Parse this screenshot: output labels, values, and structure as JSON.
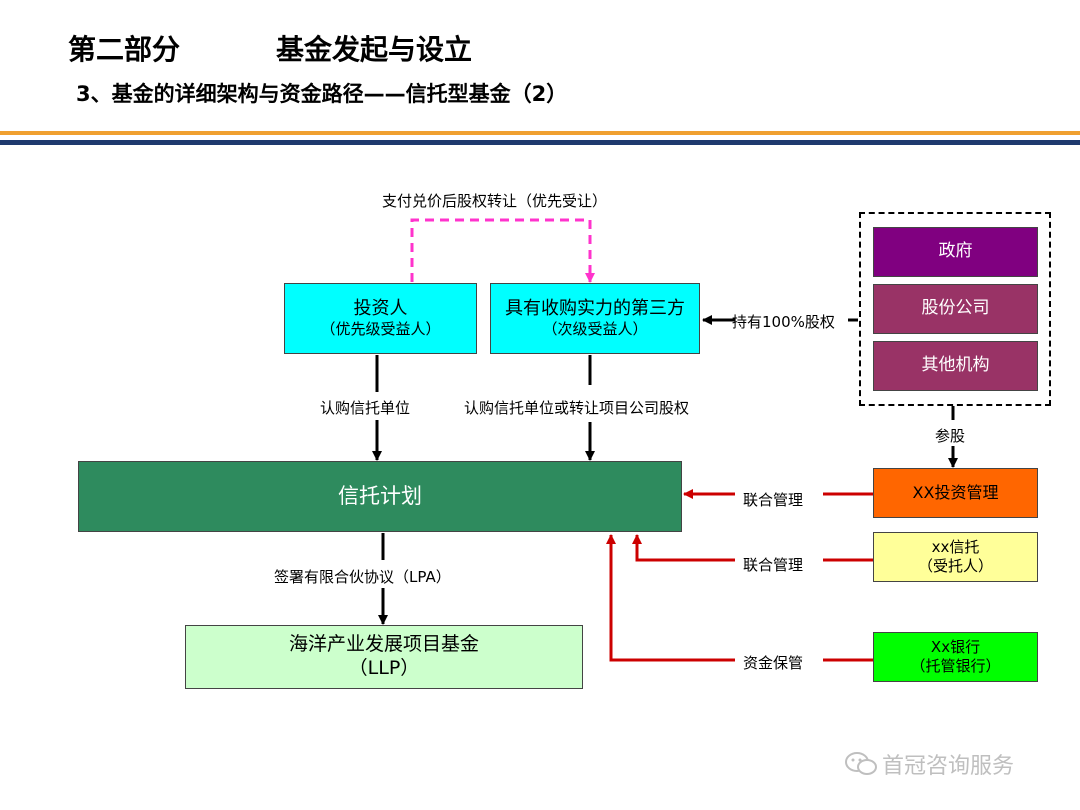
{
  "header": {
    "part": "第二部分",
    "part_title": "基金发起与设立",
    "subtitle": "3、基金的详细架构与资金路径——信托型基金（2）"
  },
  "diagram": {
    "top_label": "支付兑价后股权转让（优先受让）",
    "investor": {
      "main": "投资人",
      "sub": "（优先级受益人）"
    },
    "third_party": {
      "main": "具有收购实力的第三方",
      "sub": "（次级受益人）"
    },
    "hold_label": "持有100%股权",
    "group": [
      "政府",
      "股份公司",
      "其他机构"
    ],
    "subscribe_left": "认购信托单位",
    "subscribe_right": "认购信托单位或转让项目公司股权",
    "join_label": "参股",
    "trust_plan": "信托计划",
    "joint_mgmt_1": "联合管理",
    "joint_mgmt_2": "联合管理",
    "custody_label": "资金保管",
    "lpa_label": "签署有限合伙协议（LPA）",
    "fund": {
      "main": "海洋产业发展项目基金",
      "sub": "（LLP）"
    },
    "xx_invest": "XX投资管理",
    "xx_trust": {
      "main": "xx信托",
      "sub": "（受托人）"
    },
    "xx_bank": {
      "main": "Xx银行",
      "sub": "（托管银行）"
    }
  },
  "watermark": "首冠咨询服务",
  "colors": {
    "orange_rule": "#f0a030",
    "blue_rule": "#1f3a6e",
    "red_arrow": "#cc0000",
    "magenta_dash": "#ff33cc"
  }
}
